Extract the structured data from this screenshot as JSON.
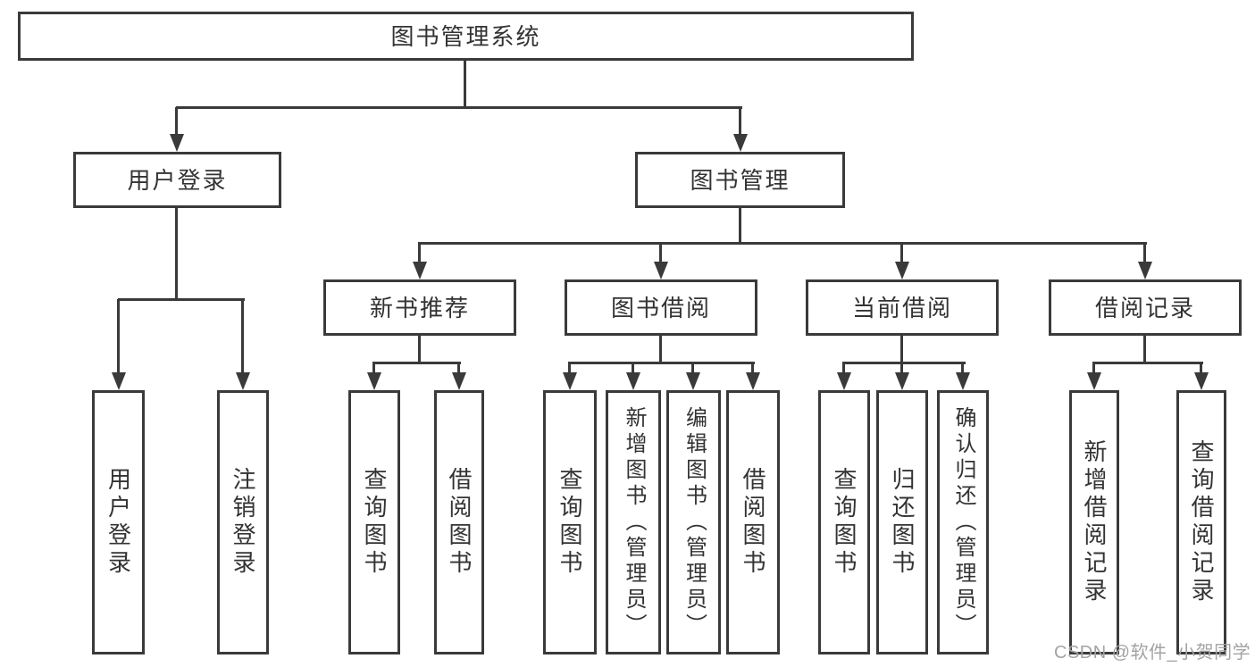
{
  "diagram_title": "图书管理系统",
  "nodes": {
    "root": {
      "label": "图书管理系统"
    },
    "level2": [
      {
        "label": "用户登录"
      },
      {
        "label": "图书管理"
      }
    ],
    "level3": [
      {
        "label": "新书推荐",
        "parent": "图书管理"
      },
      {
        "label": "图书借阅",
        "parent": "图书管理"
      },
      {
        "label": "当前借阅",
        "parent": "图书管理"
      },
      {
        "label": "借阅记录",
        "parent": "图书管理"
      }
    ],
    "leaves": [
      {
        "label": "用户登录",
        "parent": "用户登录"
      },
      {
        "label": "注销登录",
        "parent": "用户登录"
      },
      {
        "label": "查询图书",
        "parent": "新书推荐"
      },
      {
        "label": "借阅图书",
        "parent": "新书推荐"
      },
      {
        "label": "查询图书",
        "parent": "图书借阅"
      },
      {
        "label": "新增图书（管理员）",
        "parent": "图书借阅"
      },
      {
        "label": "编辑图书（管理员）",
        "parent": "图书借阅"
      },
      {
        "label": "借阅图书",
        "parent": "图书借阅"
      },
      {
        "label": "查询图书",
        "parent": "当前借阅"
      },
      {
        "label": "归还图书",
        "parent": "当前借阅"
      },
      {
        "label": "确认归还（管理员）",
        "parent": "当前借阅"
      },
      {
        "label": "新增借阅记录",
        "parent": "借阅记录"
      },
      {
        "label": "查询借阅记录",
        "parent": "借阅记录"
      }
    ]
  },
  "watermark": {
    "text": "CSDN @软件_小贺同学"
  },
  "colors": {
    "line": "#3a3a3a",
    "text": "#333333",
    "background": "#ffffff",
    "watermark_text": "#a3a3a3"
  }
}
